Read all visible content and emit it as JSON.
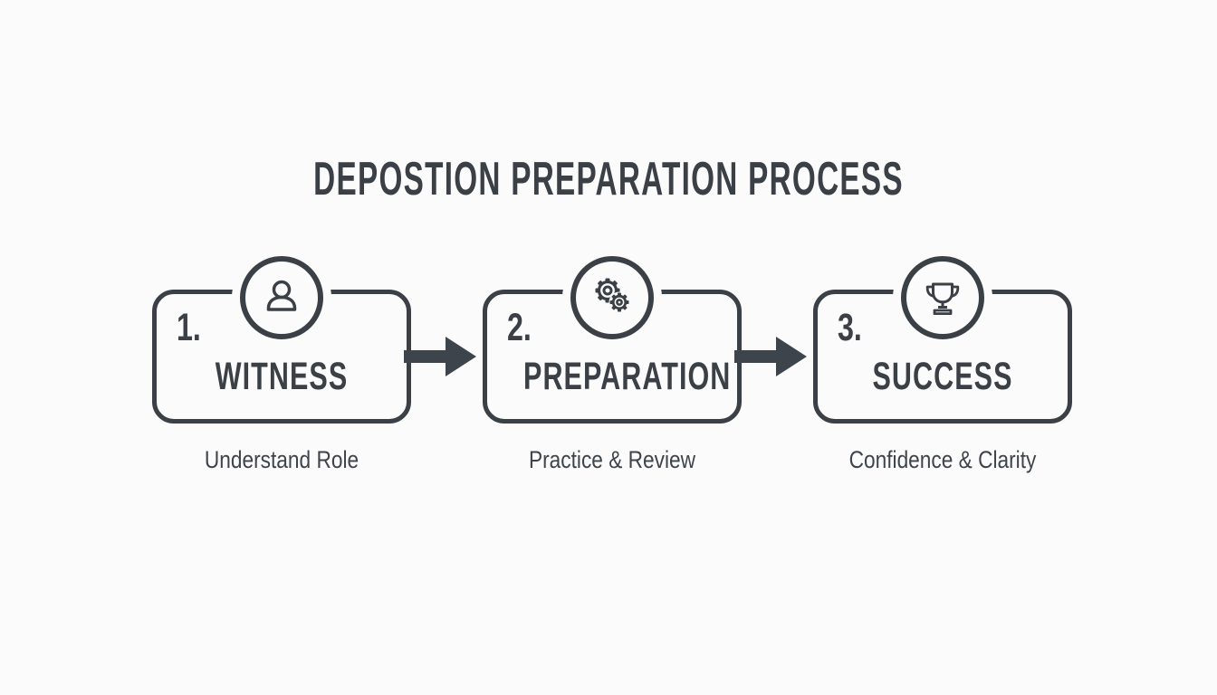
{
  "title": "DEPOSTION PREPARATION PROCESS",
  "colors": {
    "ink": "#3a4046",
    "subtitle": "#3f444a",
    "arrow": "#3e444b",
    "background": "#fbfbfb"
  },
  "steps": [
    {
      "number": "1.",
      "label": "WITNESS",
      "subtitle": "Understand Role",
      "icon": "person-icon"
    },
    {
      "number": "2.",
      "label": "PREPARATION",
      "subtitle": "Practice & Review",
      "icon": "gears-icon"
    },
    {
      "number": "3.",
      "label": "SUCCESS",
      "subtitle": "Confidence & Clarity",
      "icon": "trophy-icon"
    }
  ]
}
